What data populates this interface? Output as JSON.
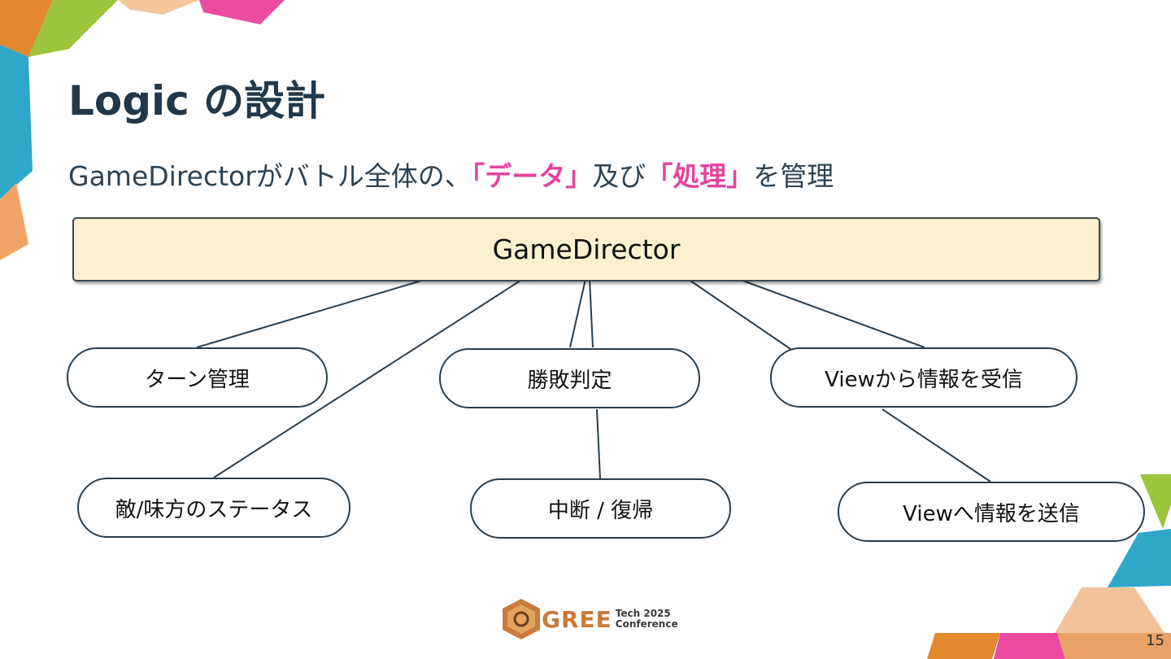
{
  "title": "Logic の設計",
  "subtitle": {
    "prefix": "GameDirectorがバトル全体の、",
    "highlight1": "「データ」",
    "middle": "及び",
    "highlight2": "「処理」",
    "suffix": "を管理"
  },
  "director": {
    "label": "GameDirector"
  },
  "nodes": {
    "turn": "ターン管理",
    "status": "敵/味方のステータス",
    "judge": "勝敗判定",
    "suspend": "中断 / 復帰",
    "receive": "Viewから情報を受信",
    "send": "Viewへ情報を送信"
  },
  "footer": {
    "logo_word": "GREE",
    "logo_line1": "Tech 2025",
    "logo_line2": "Conference"
  },
  "page_number": "15",
  "colors": {
    "accent": "#e4449e",
    "text": "#22384a",
    "director_fill": "#fdf0cf"
  }
}
